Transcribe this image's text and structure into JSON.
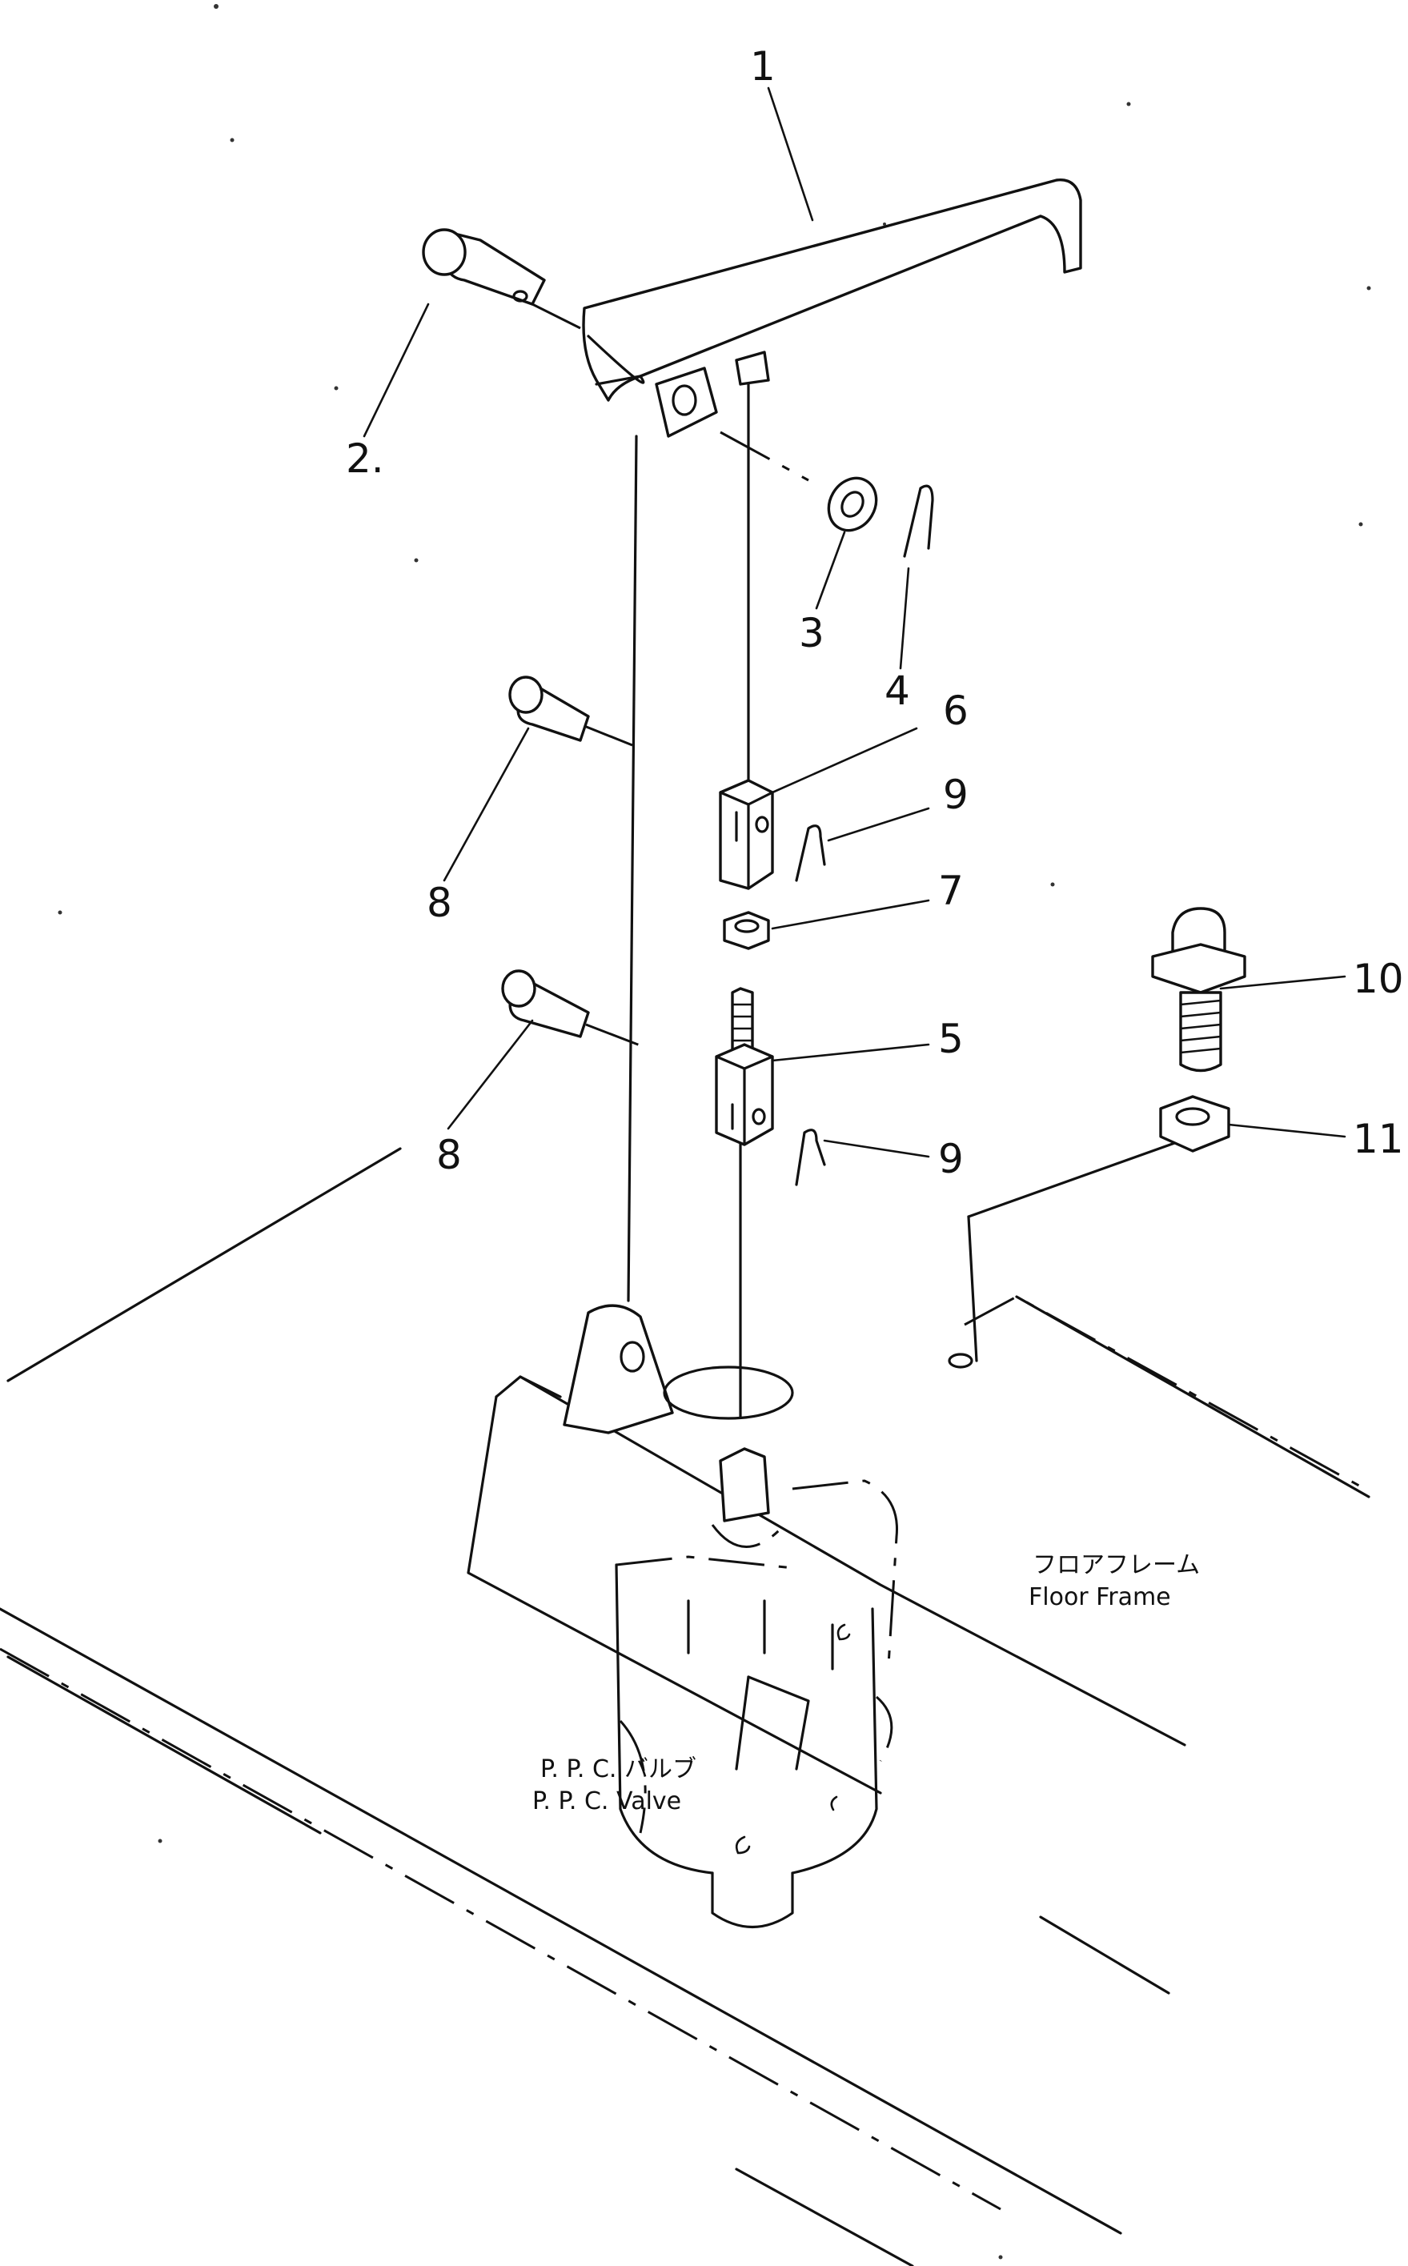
{
  "callouts": {
    "c1": "1",
    "c2": "2.",
    "c3": "3",
    "c4": "4",
    "c5": "5",
    "c6": "6",
    "c7": "7",
    "c8a": "8",
    "c8b": "8",
    "c9a": "9",
    "c9b": "9",
    "c10": "10",
    "c11": "11"
  },
  "labels": {
    "floor_frame_jp": "フロアフレーム",
    "floor_frame_en": "Floor  Frame",
    "ppc_valve_jp": "P. P. C. バルブ",
    "ppc_valve_en": "P. P. C.  Valve"
  }
}
